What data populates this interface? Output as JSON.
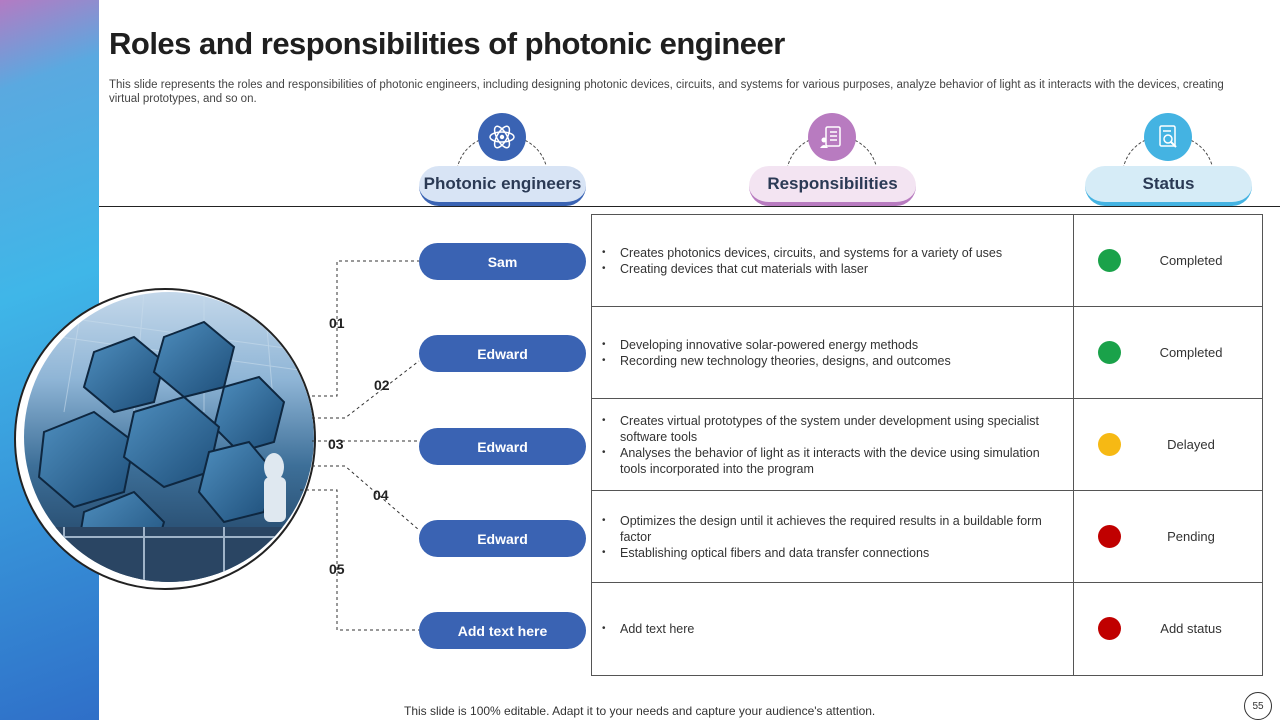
{
  "title": "Roles and responsibilities of photonic engineer",
  "subtitle": "This slide represents the roles and responsibilities of photonic engineers, including designing photonic devices, circuits, and systems for various purposes, analyze behavior of light as it interacts with the devices, creating virtual prototypes, and so on.",
  "headers": {
    "engineers": "Photonic engineers",
    "responsibilities": "Responsibilities",
    "status": "Status"
  },
  "icons": {
    "engineers": "atom-icon",
    "responsibilities": "checklist-person-icon",
    "status": "document-search-icon"
  },
  "colors": {
    "primary": "#3a63b3",
    "accent_purple": "#b87bc0",
    "accent_cyan": "#44b3e2",
    "green": "#1aa24a",
    "yellow": "#f6b914",
    "red": "#c00000"
  },
  "numbers": [
    "01",
    "02",
    "03",
    "04",
    "05"
  ],
  "rows": [
    {
      "name": "Sam",
      "responsibilities": [
        "Creates photonics devices, circuits, and systems for a variety of uses",
        "Creating devices that cut materials with laser"
      ],
      "status": "Completed",
      "status_color": "#1aa24a"
    },
    {
      "name": "Edward",
      "responsibilities": [
        "Developing innovative solar-powered energy methods",
        "Recording new technology theories, designs, and outcomes"
      ],
      "status": "Completed",
      "status_color": "#1aa24a"
    },
    {
      "name": "Edward",
      "responsibilities": [
        "Creates virtual prototypes of the system under development using specialist software tools",
        "Analyses the behavior of light as it interacts with the device using simulation tools incorporated into the program"
      ],
      "status": "Delayed",
      "status_color": "#f6b914"
    },
    {
      "name": "Edward",
      "responsibilities": [
        "Optimizes the design until it achieves the required results in a buildable form factor",
        "Establishing optical fibers and data transfer connections"
      ],
      "status": "Pending",
      "status_color": "#c00000"
    },
    {
      "name": "Add text here",
      "responsibilities": [
        "Add text here"
      ],
      "status": "Add status",
      "status_color": "#c00000"
    }
  ],
  "footer": "This slide is 100% editable. Adapt it to your needs and capture your audience's attention.",
  "page_number": "55"
}
